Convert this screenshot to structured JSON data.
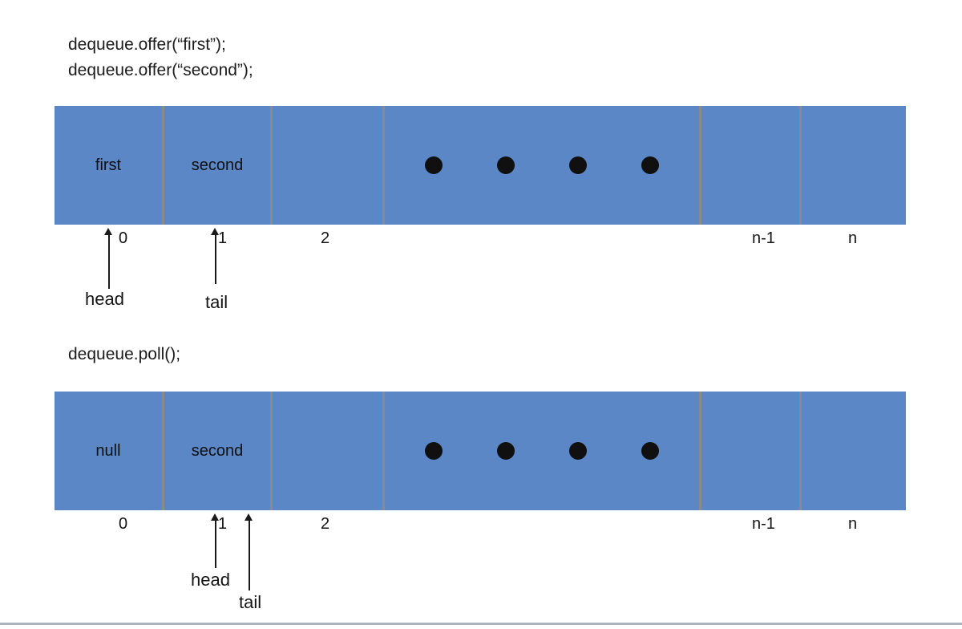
{
  "colors": {
    "cell_fill": "#5b87c6",
    "divider": "#8a8a8a",
    "dot": "#101010",
    "arrow": "#1a1a1a",
    "footer_line": "#a9b4be"
  },
  "ellipsis_dot_count": 4,
  "sections": [
    {
      "code_lines": [
        "dequeue.offer(“first”);",
        "dequeue.offer(“second”);"
      ],
      "cells": [
        "first",
        "second",
        "",
        "",
        "",
        ""
      ],
      "indices": [
        "0",
        "1",
        "2",
        "n-1",
        "n"
      ],
      "pointers": [
        {
          "label": "head"
        },
        {
          "label": "tail"
        }
      ]
    },
    {
      "code_lines": [
        "dequeue.poll();"
      ],
      "cells": [
        "null",
        "second",
        "",
        "",
        "",
        ""
      ],
      "indices": [
        "0",
        "1",
        "2",
        "n-1",
        "n"
      ],
      "pointers": [
        {
          "label": "head"
        },
        {
          "label": "tail"
        }
      ]
    }
  ]
}
